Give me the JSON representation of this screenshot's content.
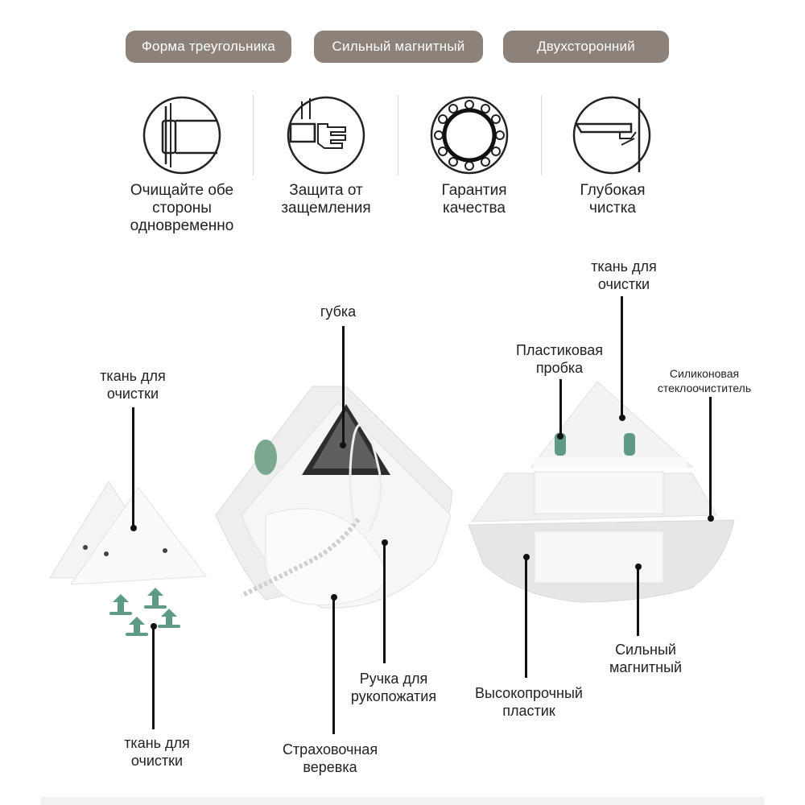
{
  "badges": [
    {
      "label": "Форма треугольника"
    },
    {
      "label": "Сильный магнитный"
    },
    {
      "label": "Двухсторонний"
    }
  ],
  "features": [
    {
      "icon": "window-frame-icon",
      "label_lines": [
        "Очищайте обе",
        "стороны",
        "одновременно"
      ]
    },
    {
      "icon": "anti-pinch-icon",
      "label_lines": [
        "Защита от",
        "защемления"
      ]
    },
    {
      "icon": "quality-ring-icon",
      "label_lines": [
        "Гарантия",
        "качества"
      ]
    },
    {
      "icon": "deep-clean-icon",
      "label_lines": [
        "Глубокая",
        "чистка"
      ]
    }
  ],
  "callouts": {
    "left_top": [
      "ткань для",
      "очистки"
    ],
    "left_bottom": [
      "ткань для",
      "очистки"
    ],
    "middle_sponge": [
      "губка"
    ],
    "middle_handle": [
      "Ручка для",
      "рукопожатия"
    ],
    "middle_rope": [
      "Страховочная",
      "веревка"
    ],
    "right_cloth": [
      "ткань для",
      "очистки"
    ],
    "right_plug": [
      "Пластиковая",
      "пробка"
    ],
    "right_wiper": [
      "Силиконовая",
      "стеклоочиститель"
    ],
    "right_plastic": [
      "Высокопрочный",
      "пластик"
    ],
    "right_magnet": [
      "Сильный",
      "магнитный"
    ]
  },
  "colors": {
    "badge_bg": "#8c827a",
    "accent_green": "#5f9a86",
    "icon_stroke": "#222222"
  }
}
